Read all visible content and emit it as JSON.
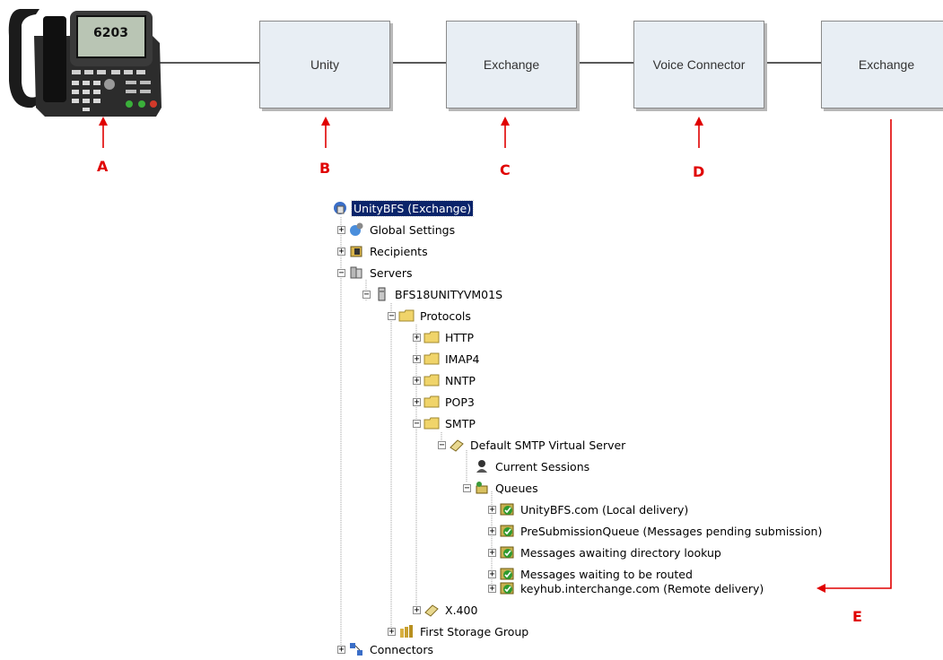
{
  "diagram": {
    "boxes": [
      {
        "id": "unity",
        "label": "Unity"
      },
      {
        "id": "exchange1",
        "label": "Exchange"
      },
      {
        "id": "voice",
        "label": "Voice Connector"
      },
      {
        "id": "exchange2",
        "label": "Exchange"
      }
    ],
    "phone_display": "6203",
    "markers": [
      "A",
      "B",
      "C",
      "D",
      "E"
    ],
    "colors": {
      "arrow": "#e00000",
      "box_fill": "#e8eef4",
      "selection": "#0a246a"
    }
  },
  "tree": {
    "root": "UnityBFS (Exchange)",
    "global_settings": "Global Settings",
    "recipients": "Recipients",
    "servers": "Servers",
    "server_name": "BFS18UNITYVM01S",
    "protocols": "Protocols",
    "http": "HTTP",
    "imap4": "IMAP4",
    "nntp": "NNTP",
    "pop3": "POP3",
    "smtp": "SMTP",
    "default_smtp": "Default SMTP Virtual Server",
    "current_sessions": "Current Sessions",
    "queues": "Queues",
    "queue_items": [
      "UnityBFS.com (Local delivery)",
      "PreSubmissionQueue (Messages pending submission)",
      "Messages awaiting directory lookup",
      "Messages waiting to be routed",
      "keyhub.interchange.com (Remote delivery)"
    ],
    "x400": "X.400",
    "first_storage_group": "First Storage Group",
    "connectors": "Connectors"
  }
}
